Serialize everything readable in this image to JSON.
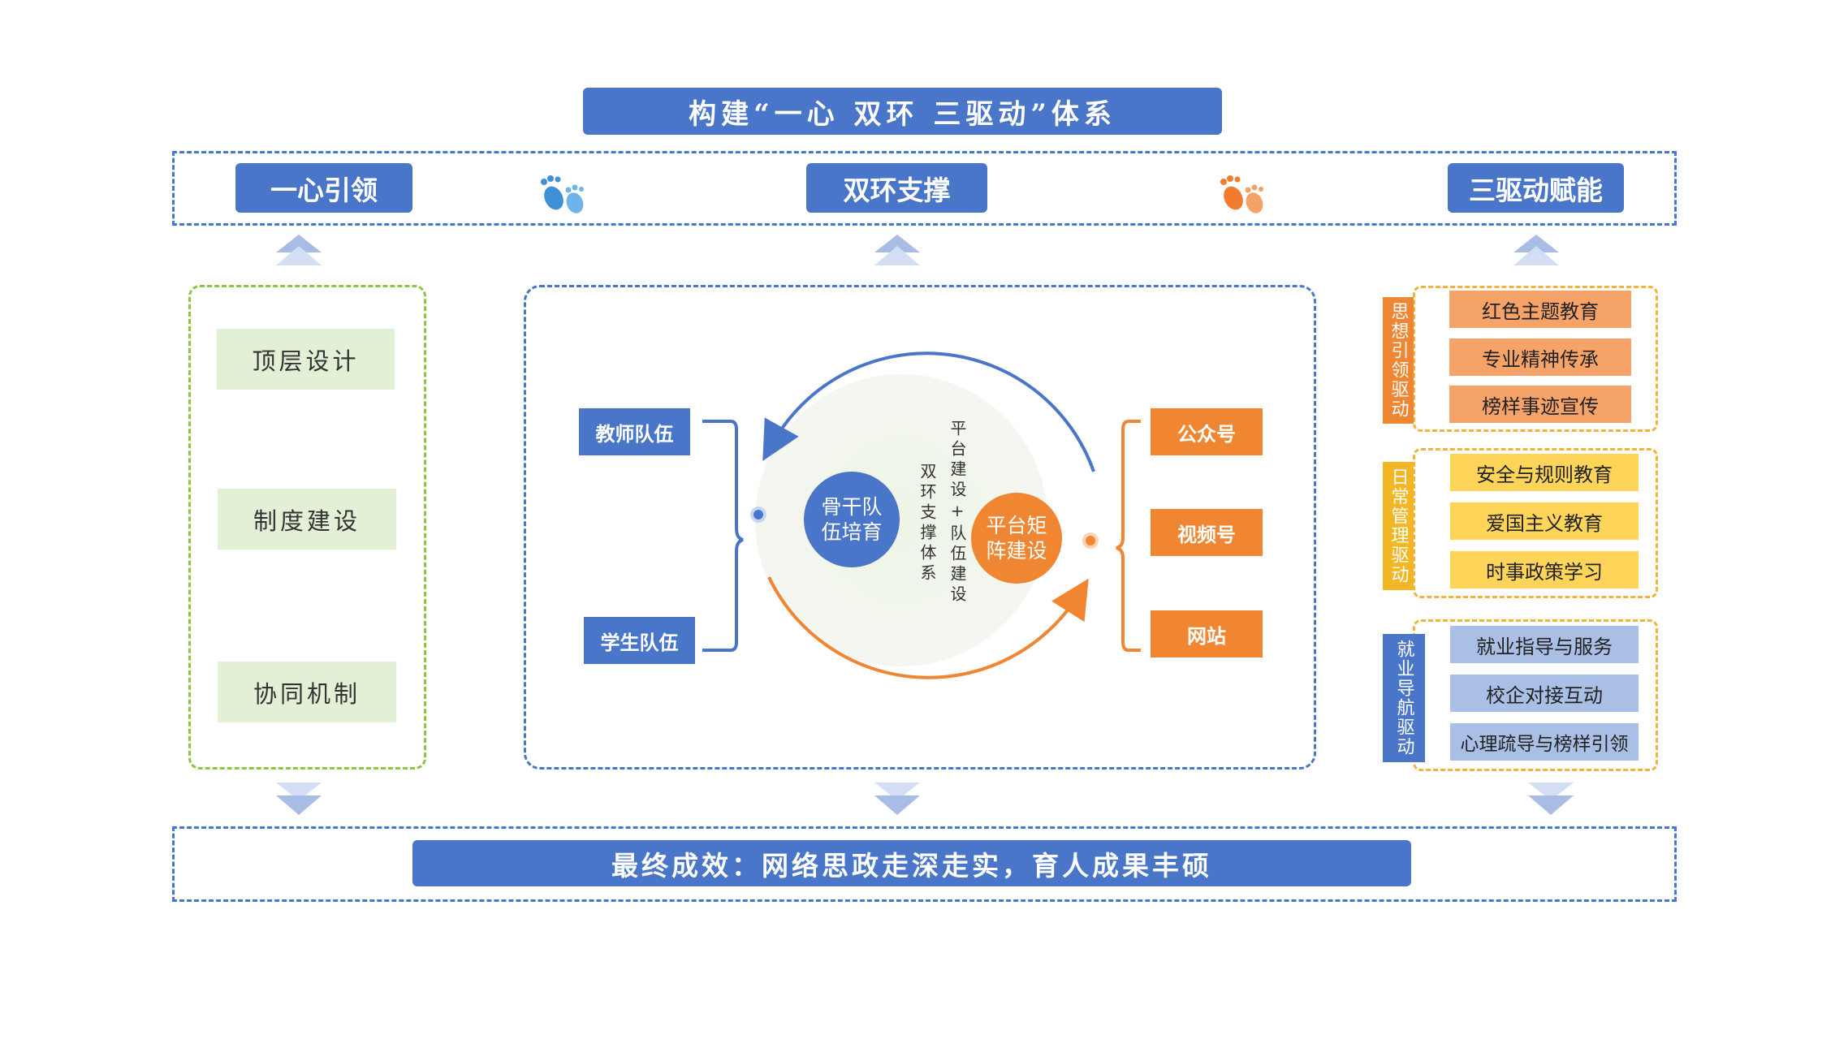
{
  "title": "构建“一心 双环 三驱动”体系",
  "heads": [
    "一心引领",
    "双环支撑",
    "三驱动赋能"
  ],
  "left_items": [
    "顶层设计",
    "制度建设",
    "协同机制"
  ],
  "center": {
    "left_nodes": [
      "教师队伍",
      "学生队伍"
    ],
    "right_nodes": [
      "公众号",
      "视频号",
      "网站"
    ],
    "circle_left": "骨干队伍培育",
    "circle_right": "平台矩阵建设",
    "vertical_text_1": "平台建设+队伍建设",
    "vertical_text_2": "双环支撑体系"
  },
  "drives": [
    {
      "tag": "思想引领驱动",
      "items": [
        "红色主题教育",
        "专业精神传承",
        "榜样事迹宣传"
      ]
    },
    {
      "tag": "日常管理驱动",
      "items": [
        "安全与规则教育",
        "爱国主义教育",
        "时事政策学习"
      ]
    },
    {
      "tag": "就业导航驱动",
      "items": [
        "就业指导与服务",
        "校企对接互动",
        "心理疏导与榜样引领"
      ]
    }
  ],
  "result": "最终成效：网络思政走深走实，育人成果丰硕",
  "colors": {
    "blue": "#4a76c9",
    "orange": "#f08632",
    "green": "#8cc63f",
    "yellow": "#f3b33a"
  }
}
